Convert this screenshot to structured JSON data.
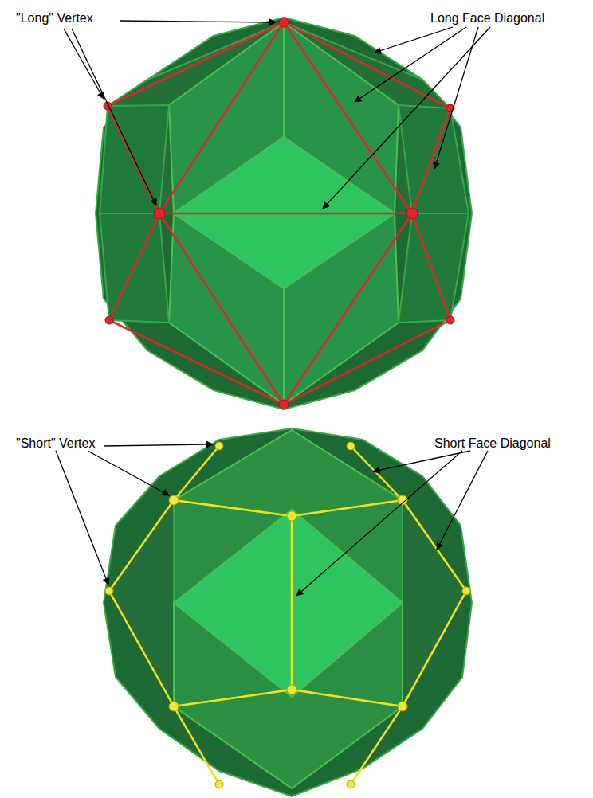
{
  "diagram": {
    "labels": [
      "\"Long\" Vertex",
      "Long Face Diagonal",
      "\"Short\" Vertex",
      "Short Face Diagonal"
    ]
  }
}
